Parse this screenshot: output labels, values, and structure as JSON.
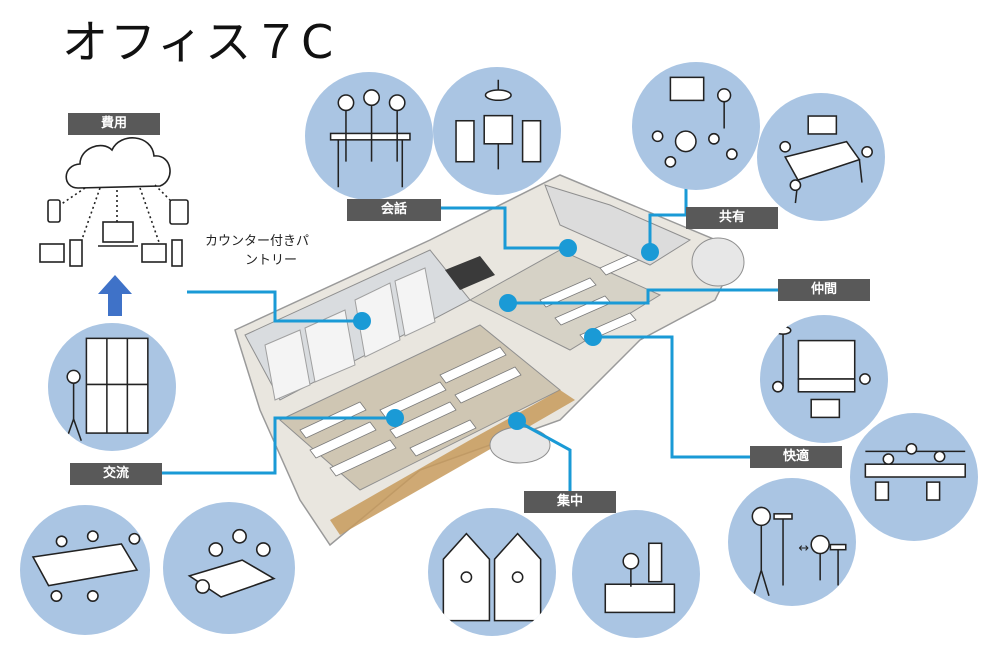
{
  "title": "オフィス７C",
  "labels": {
    "cost": "費用",
    "exchange": "交流",
    "conversation": "会話",
    "sharing": "共有",
    "fellows": "仲間",
    "comfort": "快適",
    "focus": "集中"
  },
  "pantry": {
    "line1": "カウンター付きパ",
    "line2": "ントリー"
  },
  "colors": {
    "connector": "#1a9ad6",
    "circle": "#aac5e3",
    "label_bg": "#595959",
    "arrow": "#3f72c8"
  }
}
